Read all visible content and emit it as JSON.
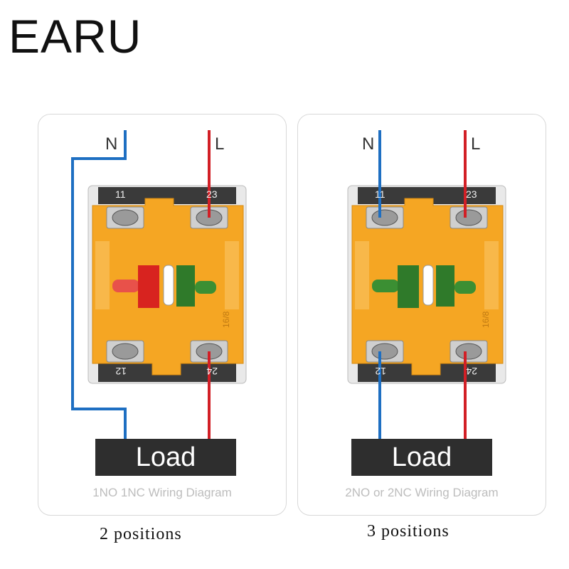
{
  "brand": {
    "name": "EARU"
  },
  "colors": {
    "orange": "#f5a623",
    "neutral_wire": "#1e6fc2",
    "live_wire": "#d21f26",
    "led_red": "#d8231f",
    "led_green": "#2f7a2a",
    "load_box": "#2e2e2e"
  },
  "diagrams": [
    {
      "wire_n": "N",
      "wire_l": "L",
      "terminal_top_left": "11",
      "terminal_top_right": "23",
      "terminal_bottom_left": "12",
      "terminal_bottom_right": "24",
      "body_marking": "16/8",
      "load": "Load",
      "caption": "1NO 1NC Wiring Diagram",
      "positions": "2 positions"
    },
    {
      "wire_n": "N",
      "wire_l": "L",
      "terminal_top_left": "11",
      "terminal_top_right": "23",
      "terminal_bottom_left": "12",
      "terminal_bottom_right": "24",
      "body_marking": "16/8",
      "load": "Load",
      "caption": "2NO or 2NC Wiring Diagram",
      "positions": "3 positions"
    }
  ]
}
